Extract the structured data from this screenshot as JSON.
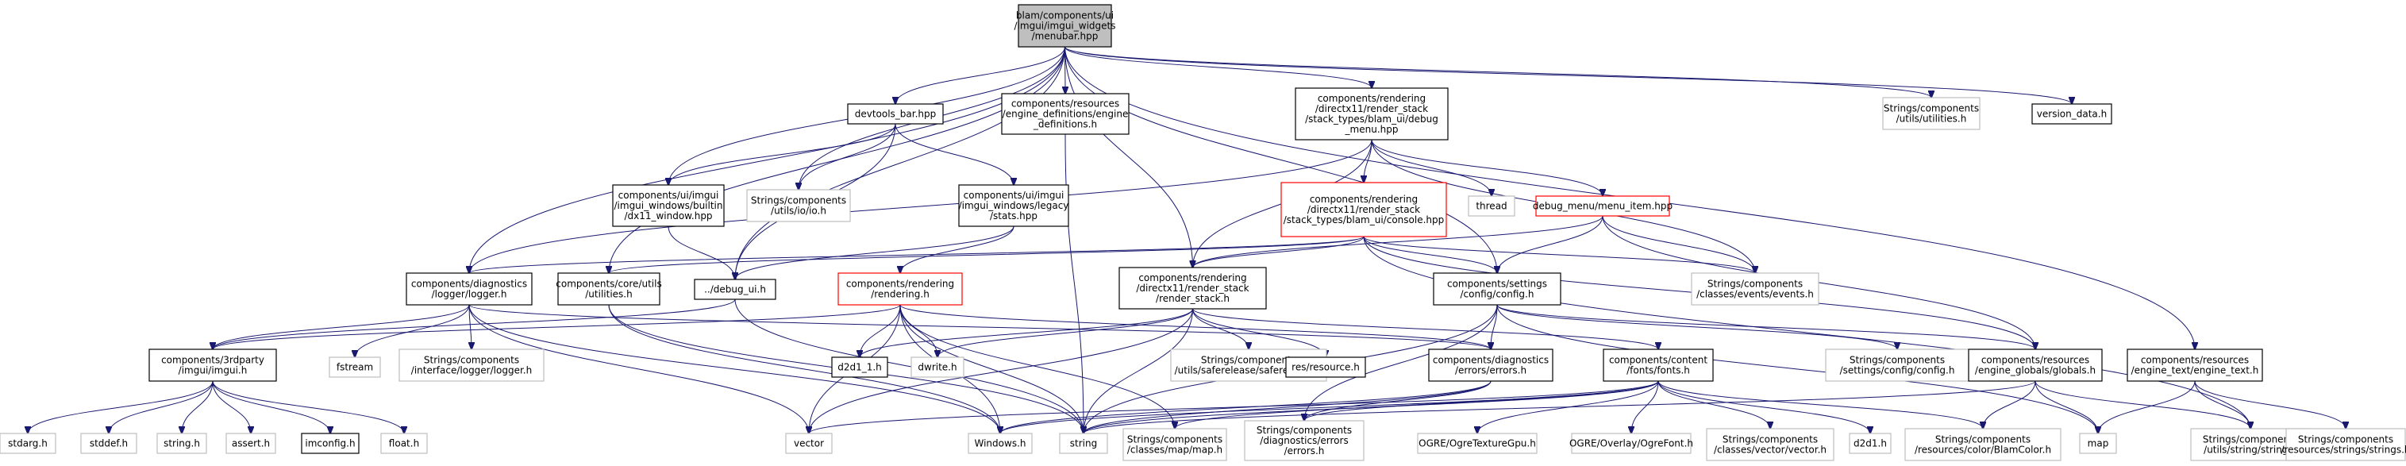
{
  "colors": {
    "edge": "#191970",
    "normal_border": "#000000",
    "root_fill": "#bfbfbf",
    "external_border": "#bfbfbf",
    "truncated_border": "#ff0000",
    "fill": "#ffffff"
  },
  "nodes": {
    "root": [
      "blam/components/ui",
      "/imgui/imgui_widgets",
      "/menubar.hpp"
    ],
    "devtools_bar": [
      "devtools_bar.hpp"
    ],
    "engine_definitions": [
      "components/resources",
      "/engine_definitions/engine",
      "_definitions.h"
    ],
    "debug_menu_hpp": [
      "components/rendering",
      "/directx11/render_stack",
      "/stack_types/blam_ui/debug",
      "_menu.hpp"
    ],
    "utilities_ext": [
      "Strings/components",
      "/utils/utilities.h"
    ],
    "version_data": [
      "version_data.h"
    ],
    "dx11_window": [
      "components/ui/imgui",
      "/imgui_windows/builtin",
      "/dx11_window.hpp"
    ],
    "io_h": [
      "Strings/components",
      "/utils/io/io.h"
    ],
    "stats": [
      "components/ui/imgui",
      "/imgui_windows/legacy",
      "/stats.hpp"
    ],
    "console": [
      "components/rendering",
      "/directx11/render_stack",
      "/stack_types/blam_ui/console.hpp"
    ],
    "thread": [
      "thread"
    ],
    "menu_item": [
      "debug_menu/menu_item.hpp"
    ],
    "logger": [
      "components/diagnostics",
      "/logger/logger.h"
    ],
    "core_utilities": [
      "components/core/utils",
      "/utilities.h"
    ],
    "debug_ui": [
      "../debug_ui.h"
    ],
    "rendering_h": [
      "components/rendering",
      "/rendering.h"
    ],
    "render_stack": [
      "components/rendering",
      "/directx11/render_stack",
      "/render_stack.h"
    ],
    "config_h": [
      "components/settings",
      "/config/config.h"
    ],
    "events": [
      "Strings/components",
      "/classes/events/events.h"
    ],
    "imgui_h": [
      "components/3rdparty",
      "/imgui/imgui.h"
    ],
    "fstream": [
      "fstream"
    ],
    "logger_iface": [
      "Strings/components",
      "/interface/logger/logger.h"
    ],
    "d2d1_1": [
      "d2d1_1.h"
    ],
    "dwrite": [
      "dwrite.h"
    ],
    "saferelease": [
      "Strings/components",
      "/utils/saferelease/saferelease.h"
    ],
    "resource_h": [
      "res/resource.h"
    ],
    "errors_h": [
      "components/diagnostics",
      "/errors/errors.h"
    ],
    "fonts_h": [
      "components/content",
      "/fonts/fonts.h"
    ],
    "settings_config": [
      "Strings/components",
      "/settings/config/config.h"
    ],
    "globals_h": [
      "components/resources",
      "/engine_globals/globals.h"
    ],
    "engine_text": [
      "components/resources",
      "/engine_text/engine_text.h"
    ],
    "stdarg": [
      "stdarg.h"
    ],
    "stddef": [
      "stddef.h"
    ],
    "string_h": [
      "string.h"
    ],
    "assert": [
      "assert.h"
    ],
    "imconfig": [
      "imconfig.h"
    ],
    "float_h": [
      "float.h"
    ],
    "vector": [
      "vector"
    ],
    "windows_h": [
      "Windows.h"
    ],
    "string_std": [
      "string"
    ],
    "map_h": [
      "Strings/components",
      "/classes/map/map.h"
    ],
    "errors_ext": [
      "Strings/components",
      "/diagnostics/errors",
      "/errors.h"
    ],
    "ogre_gpu": [
      "OGRE/OgreTextureGpu.h"
    ],
    "ogre_font": [
      "OGRE/Overlay/OgreFont.h"
    ],
    "vector_ext": [
      "Strings/components",
      "/classes/vector/vector.h"
    ],
    "d2d1": [
      "d2d1.h"
    ],
    "blamcolor": [
      "Strings/components",
      "/resources/color/BlamColor.h"
    ],
    "map_std": [
      "map"
    ],
    "string_ext": [
      "Strings/components",
      "/utils/string/string.h"
    ],
    "strings_ext": [
      "Strings/components",
      "/resources/strings/strings.h"
    ]
  }
}
